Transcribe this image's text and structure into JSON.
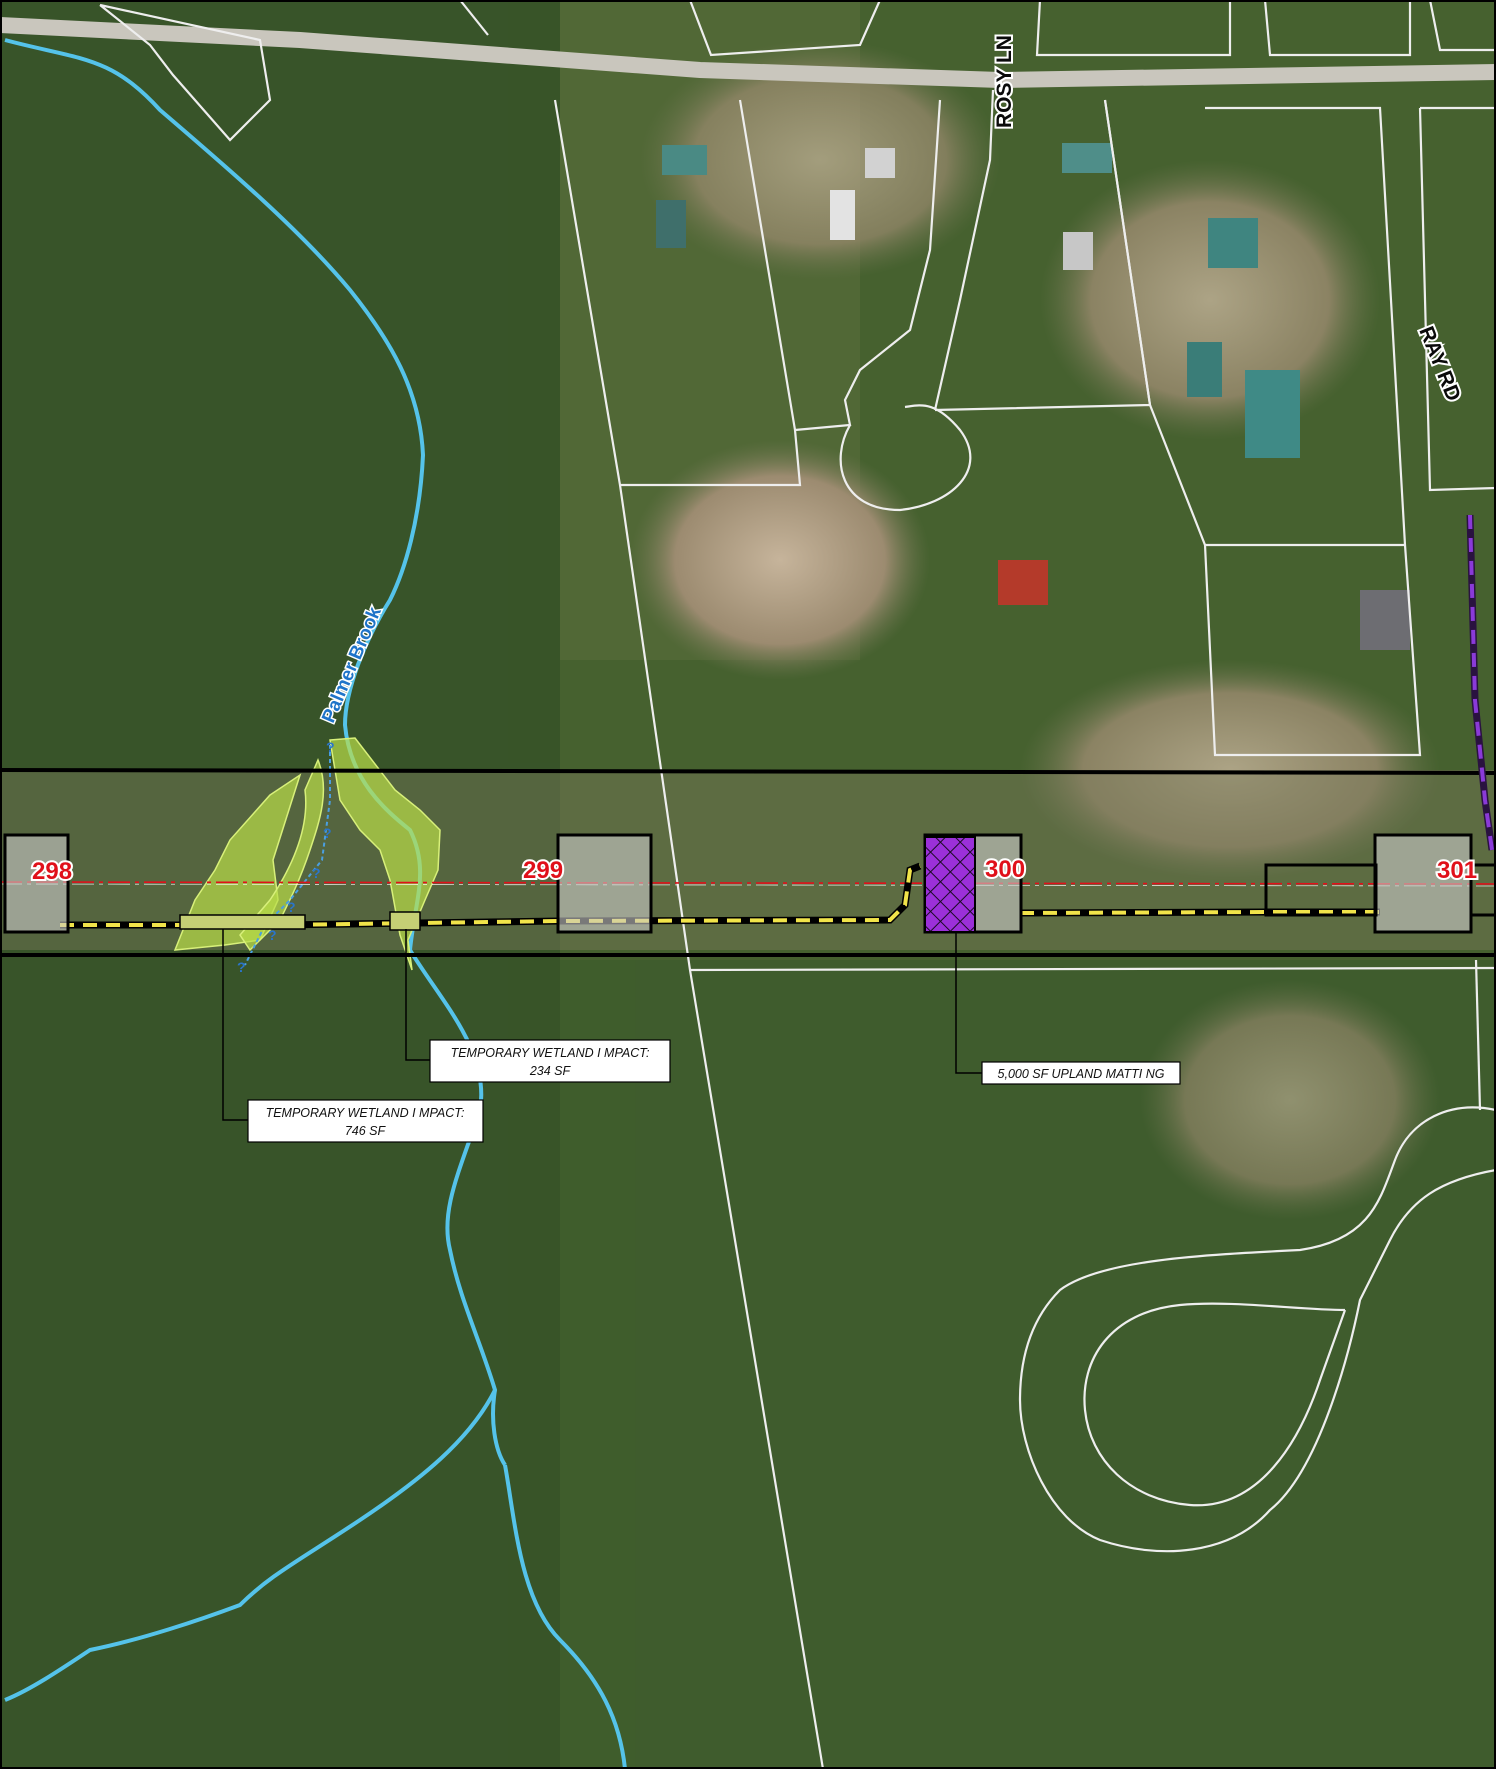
{
  "roads": [
    {
      "name": "ROSY LN"
    },
    {
      "name": "RAY RD"
    }
  ],
  "stream": {
    "name": "Palmer Brook"
  },
  "structures": [
    {
      "label": "298"
    },
    {
      "label": "299"
    },
    {
      "label": "300"
    },
    {
      "label": "301"
    }
  ],
  "callouts": [
    {
      "line1": "TEMPORARY WETLAND I MPACT:",
      "line2": "234 SF"
    },
    {
      "line1": "TEMPORARY WETLAND I MPACT:",
      "line2": "746 SF"
    },
    {
      "line1": "5,000 SF UPLAND MATTI NG"
    }
  ],
  "colors": {
    "forest": "#3f5a30",
    "stream": "#55c3ea",
    "wetland": "#b9dd48",
    "structure_label": "#e0101a",
    "upland_matting": "#9b30d9",
    "access_road": "#f1e44a",
    "right_of_way": "#000000",
    "parcel_line": "#f2f2f2"
  },
  "icons": {
    "upland_matting_pad": "crosshatch-pad-icon",
    "wetland_flag": "question-mark-marker-icon"
  }
}
